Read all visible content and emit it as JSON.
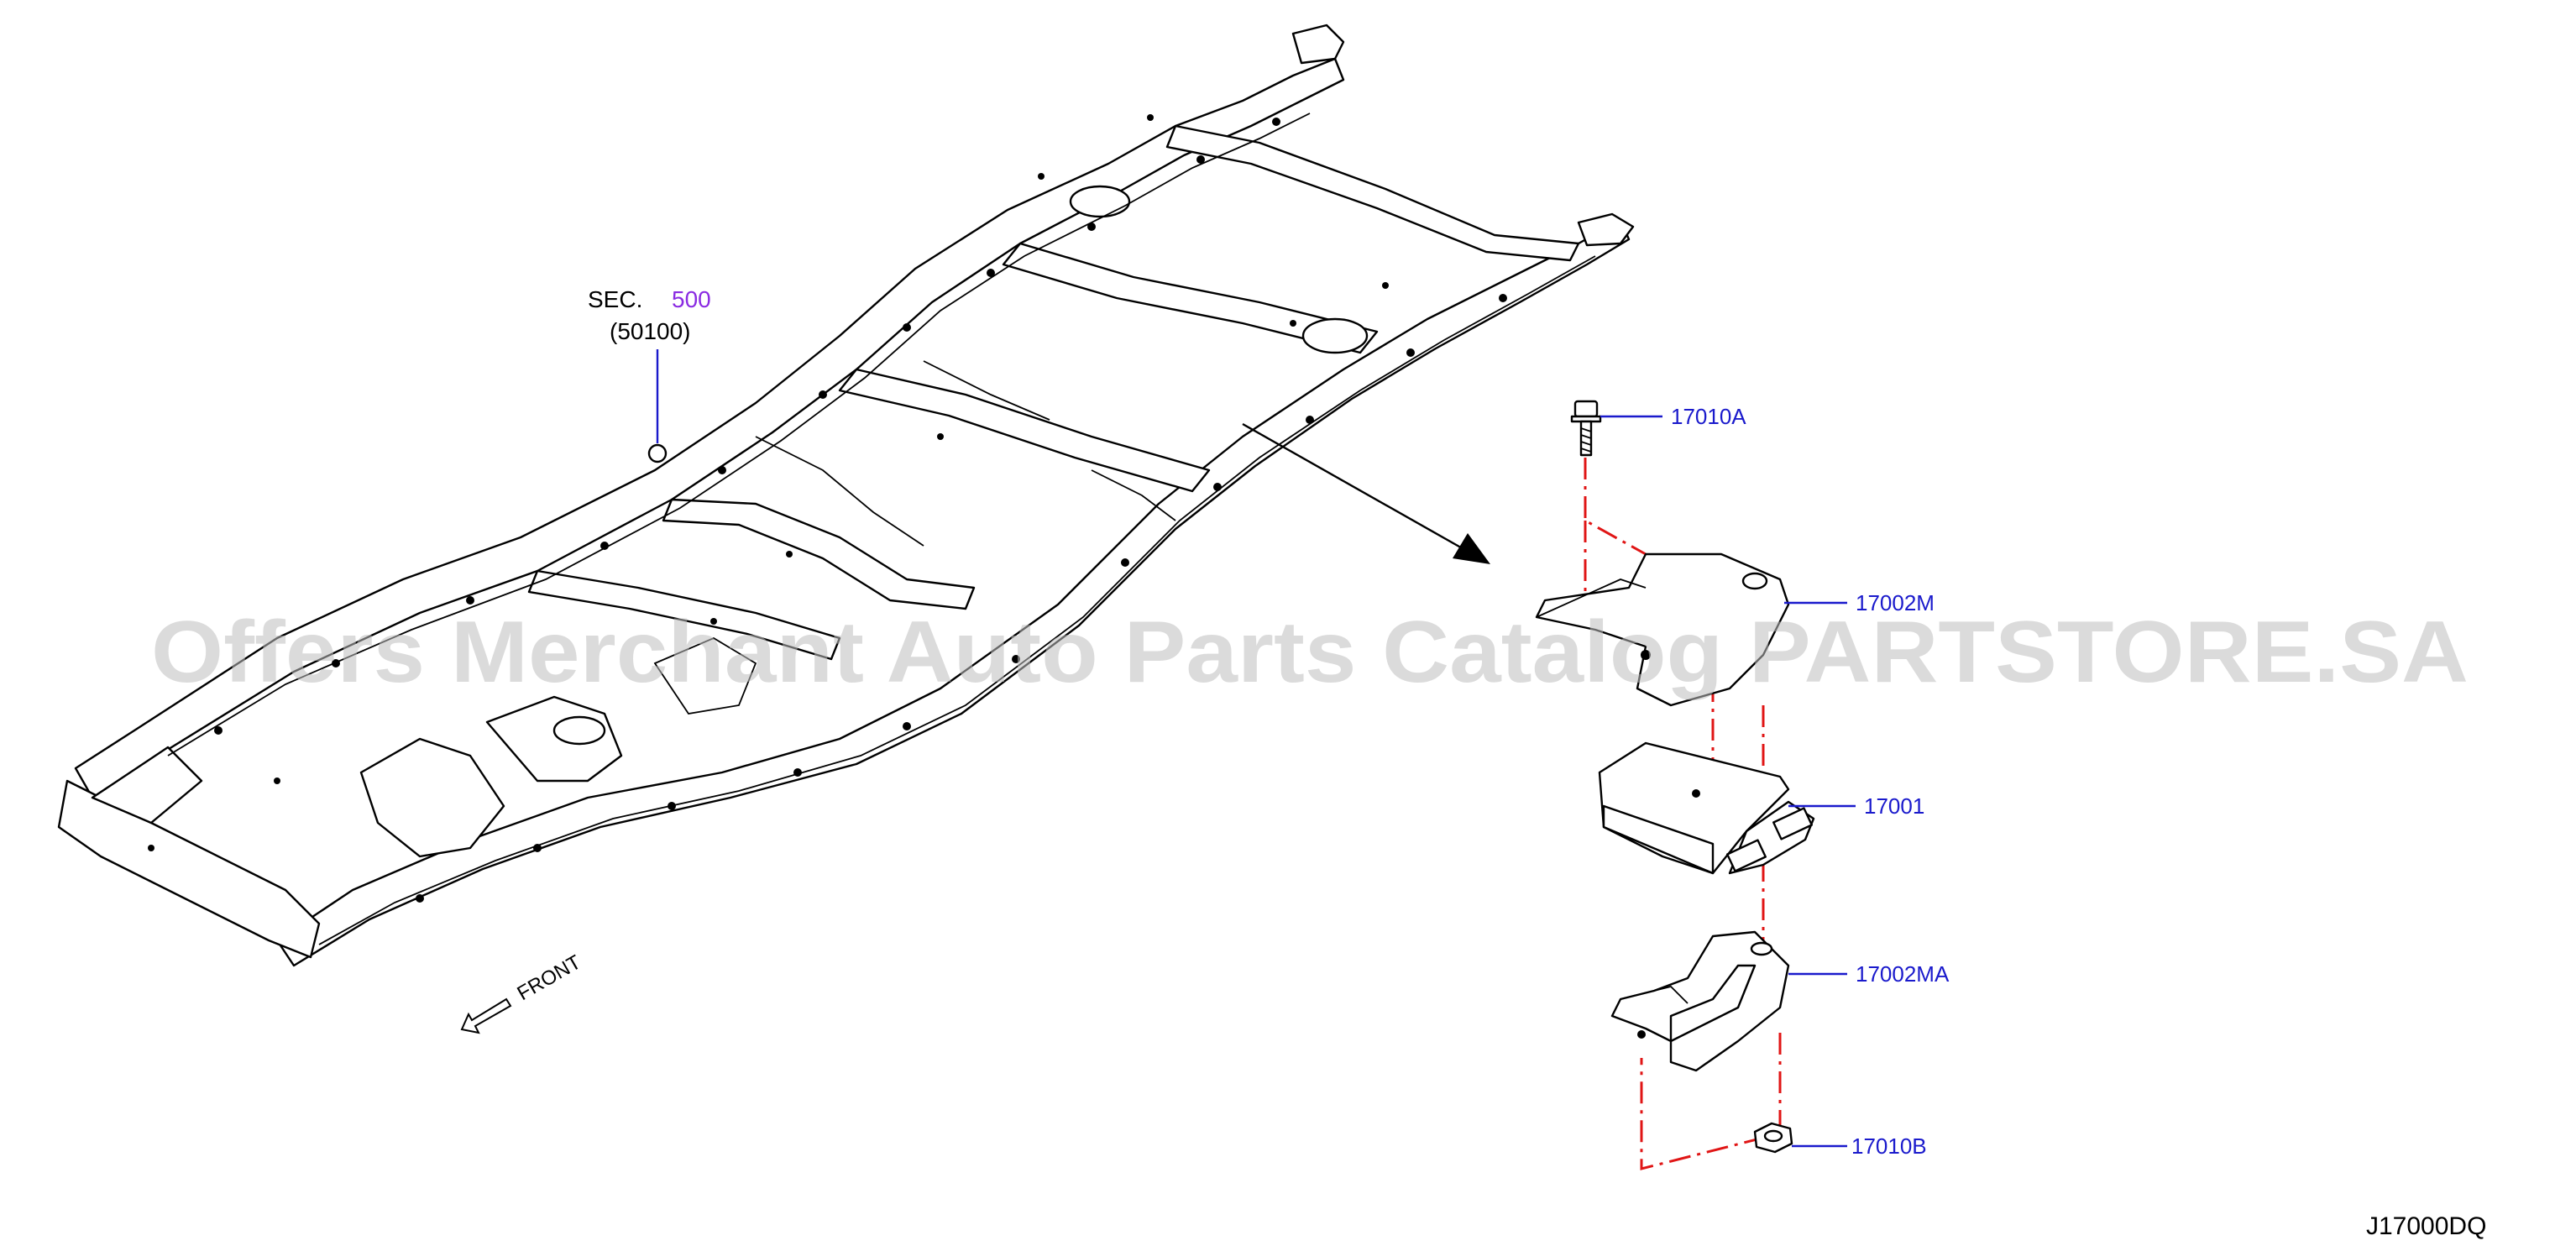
{
  "diagram": {
    "section_ref": {
      "prefix": "SEC.",
      "number": "500",
      "sub": "(50100)"
    },
    "front_label": "FRONT",
    "drawing_code": "J17000DQ",
    "watermark": "Offers Merchant Auto Parts Catalog PARTSTORE.SA",
    "callouts": [
      {
        "id": "17010A",
        "label": "17010A",
        "part": "bolt"
      },
      {
        "id": "17002M",
        "label": "17002M",
        "part": "upper bracket"
      },
      {
        "id": "17001",
        "label": "17001",
        "part": "control module"
      },
      {
        "id": "17002MA",
        "label": "17002MA",
        "part": "lower bracket"
      },
      {
        "id": "17010B",
        "label": "17010B",
        "part": "nut"
      }
    ],
    "colors": {
      "callout_text": "#1a1acc",
      "section_number": "#8a2be2",
      "assembly_line": "#e01515",
      "watermark": "#bdbdbd"
    }
  }
}
